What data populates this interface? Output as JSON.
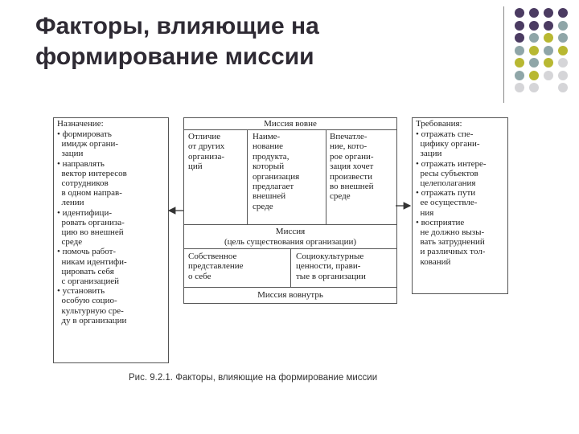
{
  "title": "Факторы, влияющие на формирование миссии",
  "left": {
    "header": "Назначение:",
    "items": [
      "• формировать",
      "  имидж органи-",
      "  зации",
      "• направлять",
      "  вектор интересов",
      "  сотрудников",
      "  в одном направ-",
      "  лении",
      "• идентифици-",
      "  ровать организа-",
      "  цию во внешней",
      "  среде",
      "• помочь работ-",
      "  никам идентифи-",
      "  цировать себя",
      "  с организацией",
      "• установить",
      "  особую социо-",
      "  культурную сре-",
      "  ду в организации"
    ]
  },
  "center": {
    "header": "Миссия вовне",
    "col1": "Отличие\nот других\nорганиза-\nций",
    "col2": "Наиме-\nнование\nпродукта,\nкоторый\nорганизация\nпредлагает\nвнешней\nсреде",
    "col3": "Впечатле-\nние, кото-\nрое органи-\nзация хочет\nпроизвести\nво внешней\nсреде",
    "mission": "Миссия",
    "mission_sub": "(цель существования организации)",
    "bottom1": "Собственное\nпредставление\nо себе",
    "bottom2": "Социокультурные\nценности, прави-\nтые в организации",
    "footer": "Миссия вовнутрь"
  },
  "right": {
    "header": "Требования:",
    "items": [
      "• отражать спе-",
      "  цифику органи-",
      "  зации",
      "• отражать интере-",
      "  ресы субъектов",
      "  целеполагания",
      "• отражать пути",
      "  ее осуществле-",
      "  ния",
      "• восприятие",
      "  не должно вызы-",
      "  вать затруднений",
      "  и различных тол-",
      "  кований"
    ]
  },
  "caption": "Рис. 9.2.1. Факторы, влияющие на формирование миссии",
  "colors": {
    "purple": "#4b3b62",
    "olive": "#b8b832",
    "gray": "#8fa6a8",
    "light": "#d5d5d8"
  },
  "dot_grid": [
    [
      "purple",
      "purple",
      "purple",
      "purple"
    ],
    [
      "purple",
      "purple",
      "purple",
      "gray"
    ],
    [
      "purple",
      "gray",
      "olive",
      "gray"
    ],
    [
      "gray",
      "olive",
      "gray",
      "olive"
    ],
    [
      "olive",
      "gray",
      "olive",
      "light"
    ],
    [
      "gray",
      "olive",
      "light",
      "light"
    ],
    [
      "light",
      "light",
      "",
      "light"
    ]
  ]
}
